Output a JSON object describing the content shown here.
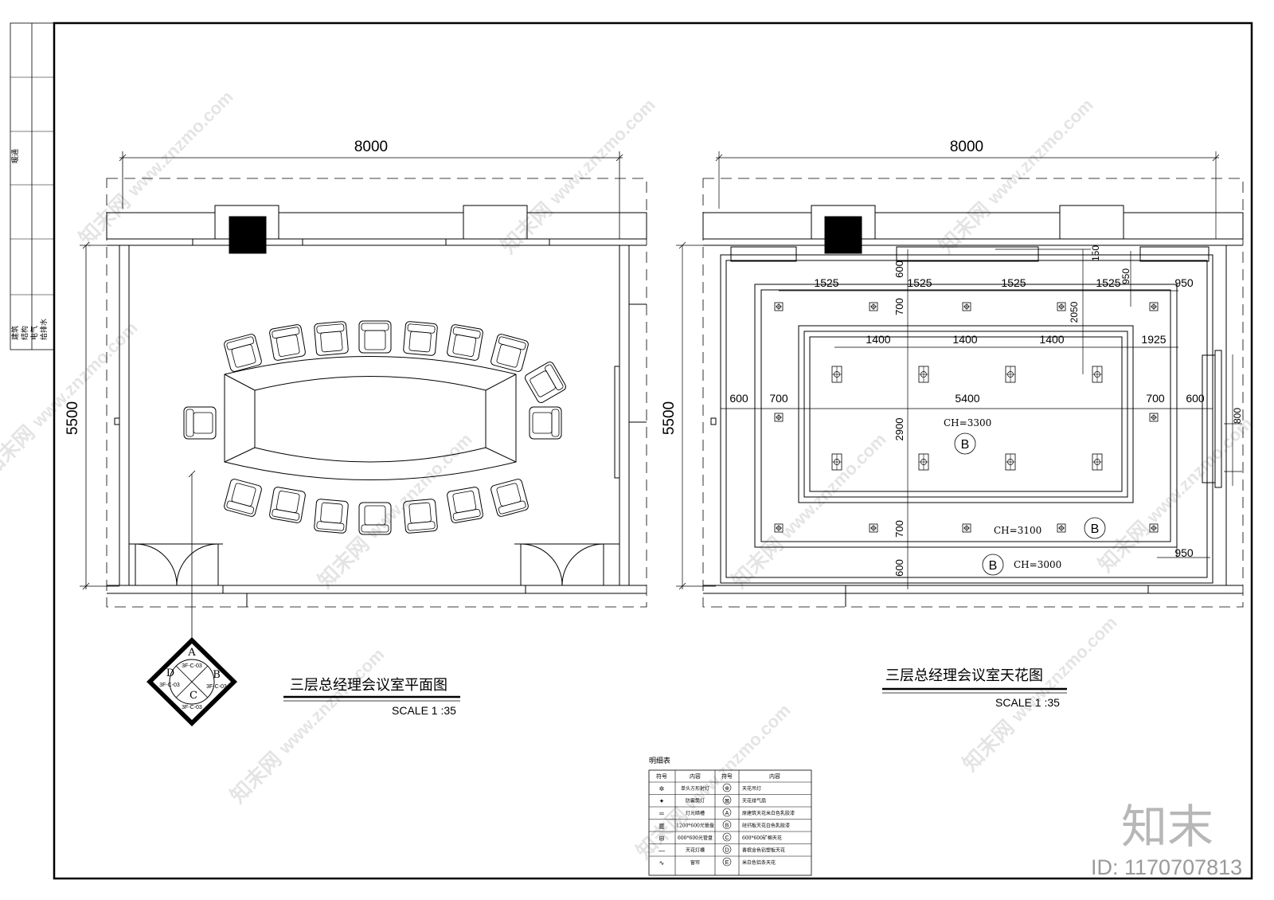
{
  "side_strip": {
    "labels": [
      "暖通",
      "建筑",
      "结构",
      "电气",
      "给排水"
    ]
  },
  "plan_left": {
    "title": "三层总经理会议室平面图",
    "scale": "SCALE  1 :35",
    "dim_width": "8000",
    "dim_height": "5500",
    "index_symbol": {
      "letters": [
        "A",
        "B",
        "C",
        "D"
      ],
      "codes": [
        "3F-C-03",
        "3F-C-03",
        "3F-C-03",
        "3F-C-03"
      ]
    }
  },
  "plan_right": {
    "title": "三层总经理会议室天花图",
    "scale": "SCALE  1 :35",
    "dim_width": "8000",
    "dim_height": "5500",
    "dims": {
      "top_row": [
        "1525",
        "1525",
        "1525",
        "1525",
        "950"
      ],
      "inner_row": [
        "1400",
        "1400",
        "1400",
        "1925"
      ],
      "middle_row": [
        "600",
        "700",
        "5400",
        "700",
        "600"
      ],
      "vertical": [
        "600",
        "700",
        "2900",
        "700",
        "600"
      ],
      "misc": [
        "150",
        "950",
        "2050",
        "800",
        "950"
      ]
    },
    "ceiling_tags": [
      {
        "letter": "B",
        "ch": "CH=3300"
      },
      {
        "letter": "B",
        "ch": "CH=3100"
      },
      {
        "letter": "B",
        "ch": "CH=3000"
      }
    ]
  },
  "legend": {
    "title": "明细表",
    "headers": [
      "符号",
      "内容",
      "符号",
      "内容"
    ],
    "left_items": [
      "单头方形射灯",
      "防雾筒灯",
      "灯光暗槽",
      "1200*600光管盘",
      "600*600光管盘",
      "天花灯槽",
      "窗帘"
    ],
    "right_items": [
      "天花吊灯",
      "天花排气扇",
      "原建筑天花米白色乳胶漆",
      "硅钙板天花白色乳胶漆",
      "600*600矿棉天花",
      "香槟金色铝塑板天花",
      "米白色铝条天花"
    ],
    "right_symbols": [
      "⊕",
      "⊠",
      "A",
      "B",
      "C",
      "D",
      "E"
    ]
  },
  "watermark": {
    "site": "www.znzmo.com",
    "brand": "知末网",
    "logo_text": "知末",
    "id_text": "ID: 1170707813"
  }
}
